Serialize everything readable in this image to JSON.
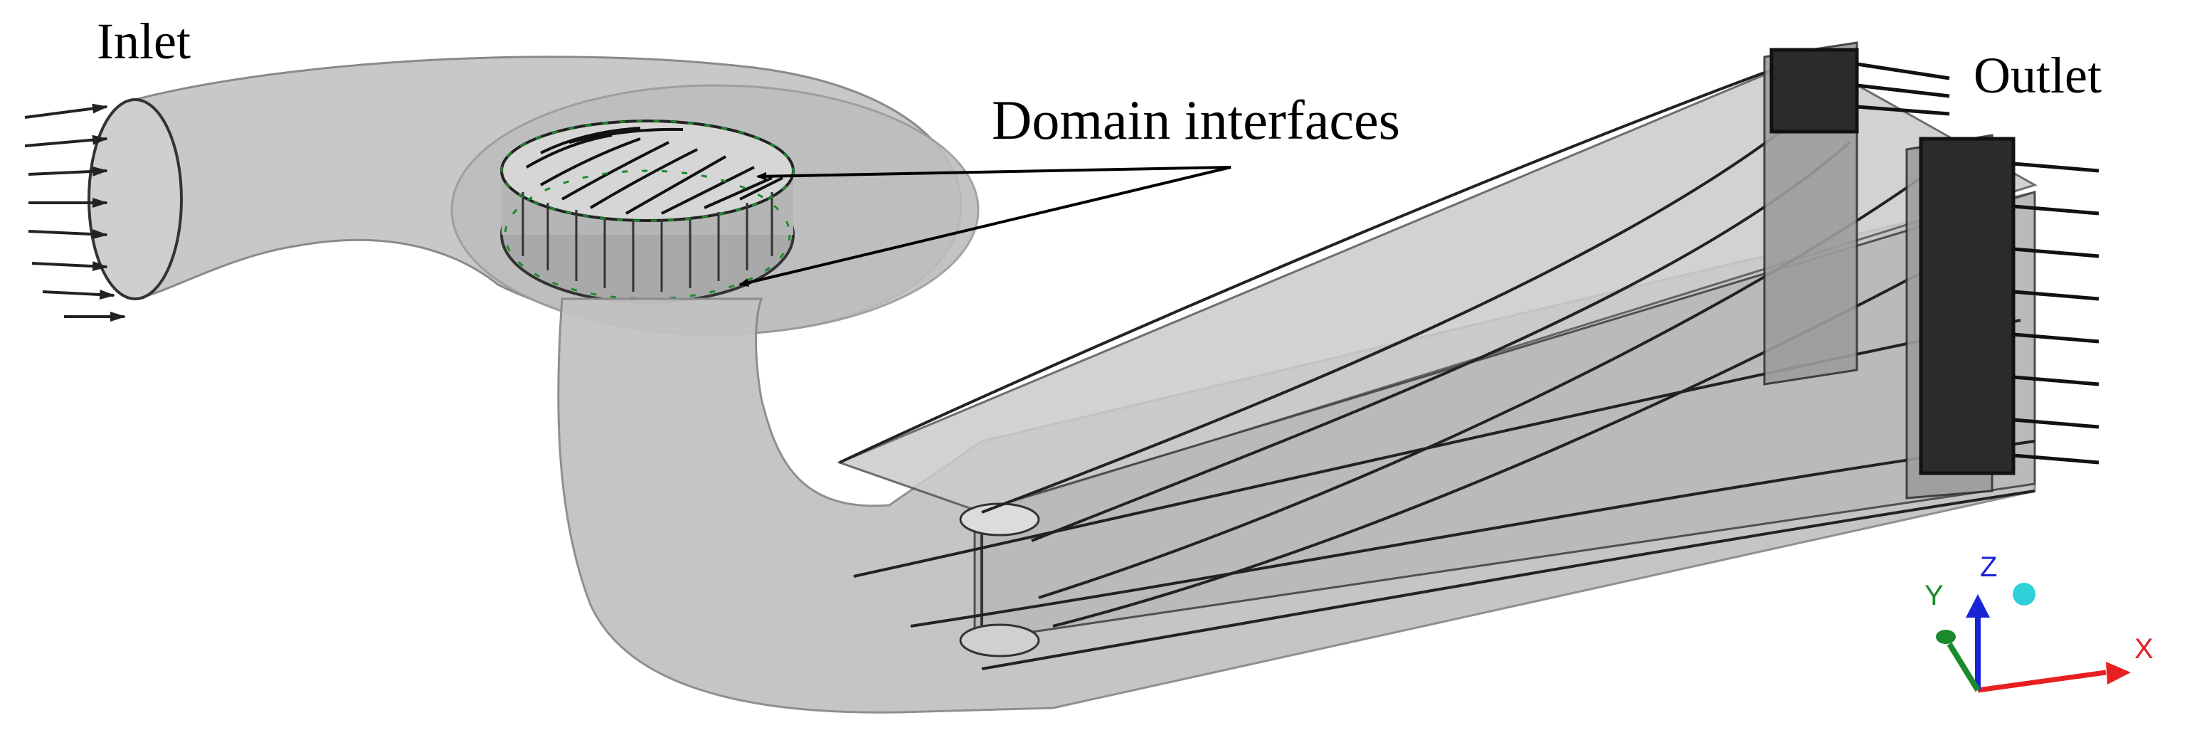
{
  "labels": {
    "inlet": "Inlet",
    "domain_interfaces": "Domain interfaces",
    "outlet": "Outlet"
  },
  "triad": {
    "x": "X",
    "y": "Y",
    "z": "Z"
  },
  "colors": {
    "background": "#ffffff",
    "body_fill": "#c4c4c4",
    "body_edge": "#333333",
    "axis_x": "#e62020",
    "axis_y": "#1b8a2c",
    "axis_z": "#1a24d6",
    "triad_sphere": "#2fd0d8"
  }
}
